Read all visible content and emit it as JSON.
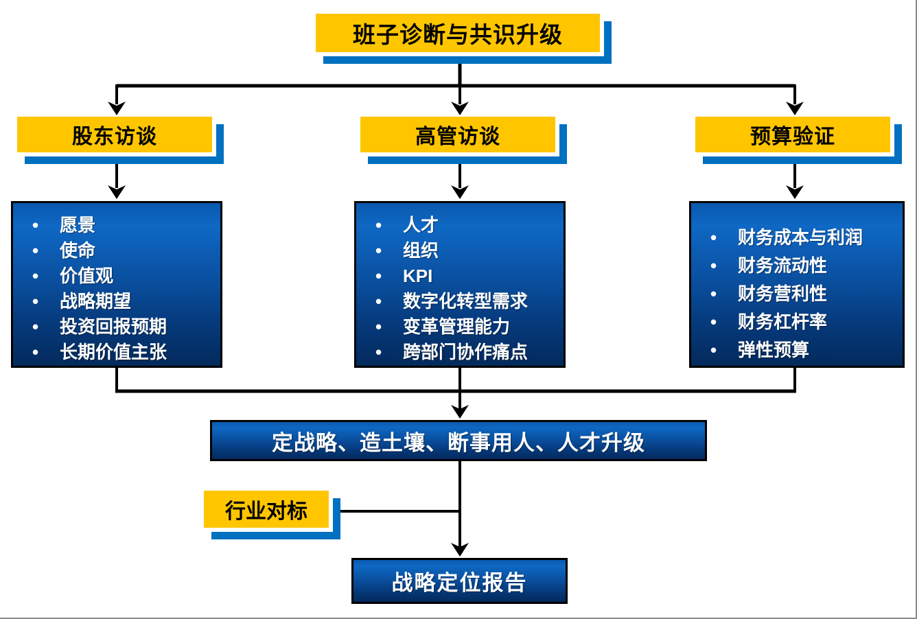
{
  "colors": {
    "yellow": "#FFC600",
    "shadow_blue": "#0070C0",
    "box_blue_top": "#0e68c4",
    "box_blue_bottom": "#032a5c",
    "line_black": "#000000"
  },
  "diagram": {
    "title": "班子诊断与共识升级",
    "branches": [
      {
        "label": "股东访谈",
        "items": [
          "愿景",
          "使命",
          "价值观",
          "战略期望",
          "投资回报预期",
          "长期价值主张"
        ]
      },
      {
        "label": "高管访谈",
        "items": [
          "人才",
          "组织",
          "KPI",
          "数字化转型需求",
          "变革管理能力",
          "跨部门协作痛点"
        ]
      },
      {
        "label": "预算验证",
        "items": [
          "财务成本与利润",
          "财务流动性",
          "财务营利性",
          "财务杠杆率",
          "弹性预算"
        ]
      }
    ],
    "strategy": "定战略、造土壤、断事用人、人才升级",
    "benchmark": "行业对标",
    "report": "战略定位报告",
    "bullet_glyph": "•"
  }
}
